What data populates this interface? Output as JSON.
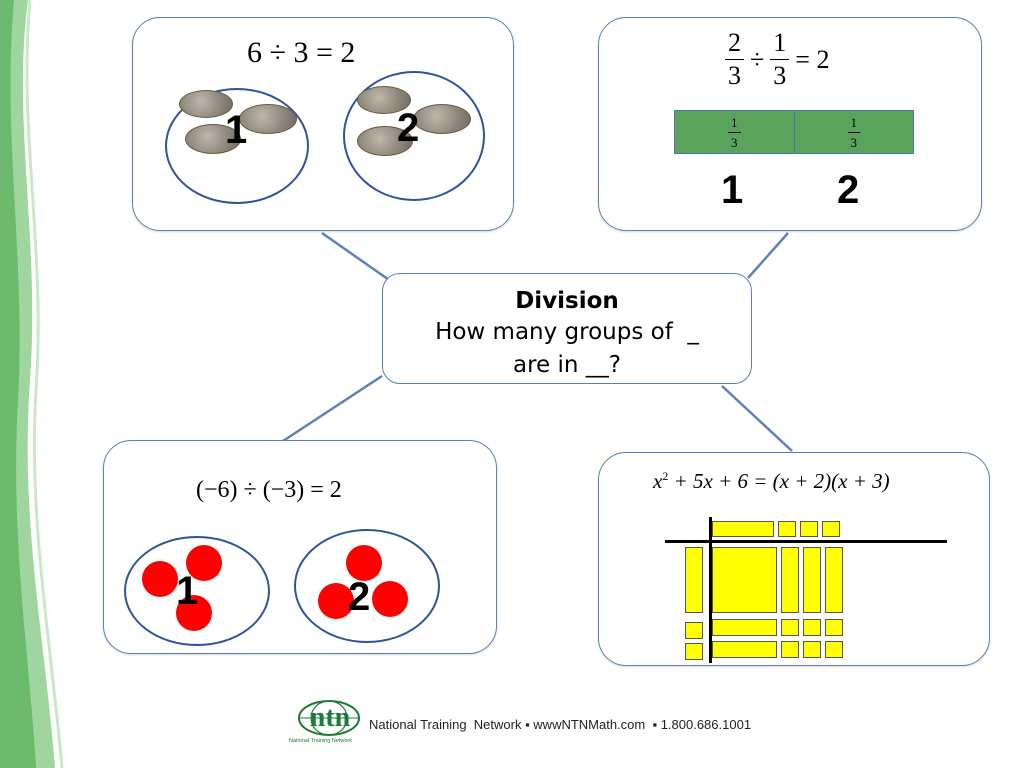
{
  "center": {
    "title": "Division",
    "line1": "How many groups of  _",
    "line2": "are in __?"
  },
  "panel_tl": {
    "equation": "6 ÷ 3 = 2",
    "group_labels": [
      "1",
      "2"
    ]
  },
  "panel_tr": {
    "frac1_num": "2",
    "frac1_den": "3",
    "div_sign": "÷",
    "frac2_num": "1",
    "frac2_den": "3",
    "result": "= 2",
    "bar_segments": [
      {
        "num": "1",
        "den": "3"
      },
      {
        "num": "1",
        "den": "3"
      }
    ],
    "group_labels": [
      "1",
      "2"
    ]
  },
  "panel_bl": {
    "equation": "(−6) ÷ (−3) = 2",
    "group_labels": [
      "1",
      "2"
    ]
  },
  "panel_br": {
    "equation_base": "x",
    "equation_exp": "2",
    "equation_rest": " + 5x + 6 = (x + 2)(x + 3)"
  },
  "footer": {
    "logo_text": "ntn",
    "logo_sub": "National Training Network",
    "text": "National Training  Network ▪ wwwNTNMath.com  ▪ 1.800.686.1001"
  },
  "colors": {
    "panel_border": "#5b7fb8",
    "circle": "#2e5597",
    "connector": "#5b82b9",
    "red_counter": "#ff0000",
    "algebra_tile": "#ffff00",
    "fraction_bar": "#5aa35a",
    "left_band": "#7cc27c"
  }
}
